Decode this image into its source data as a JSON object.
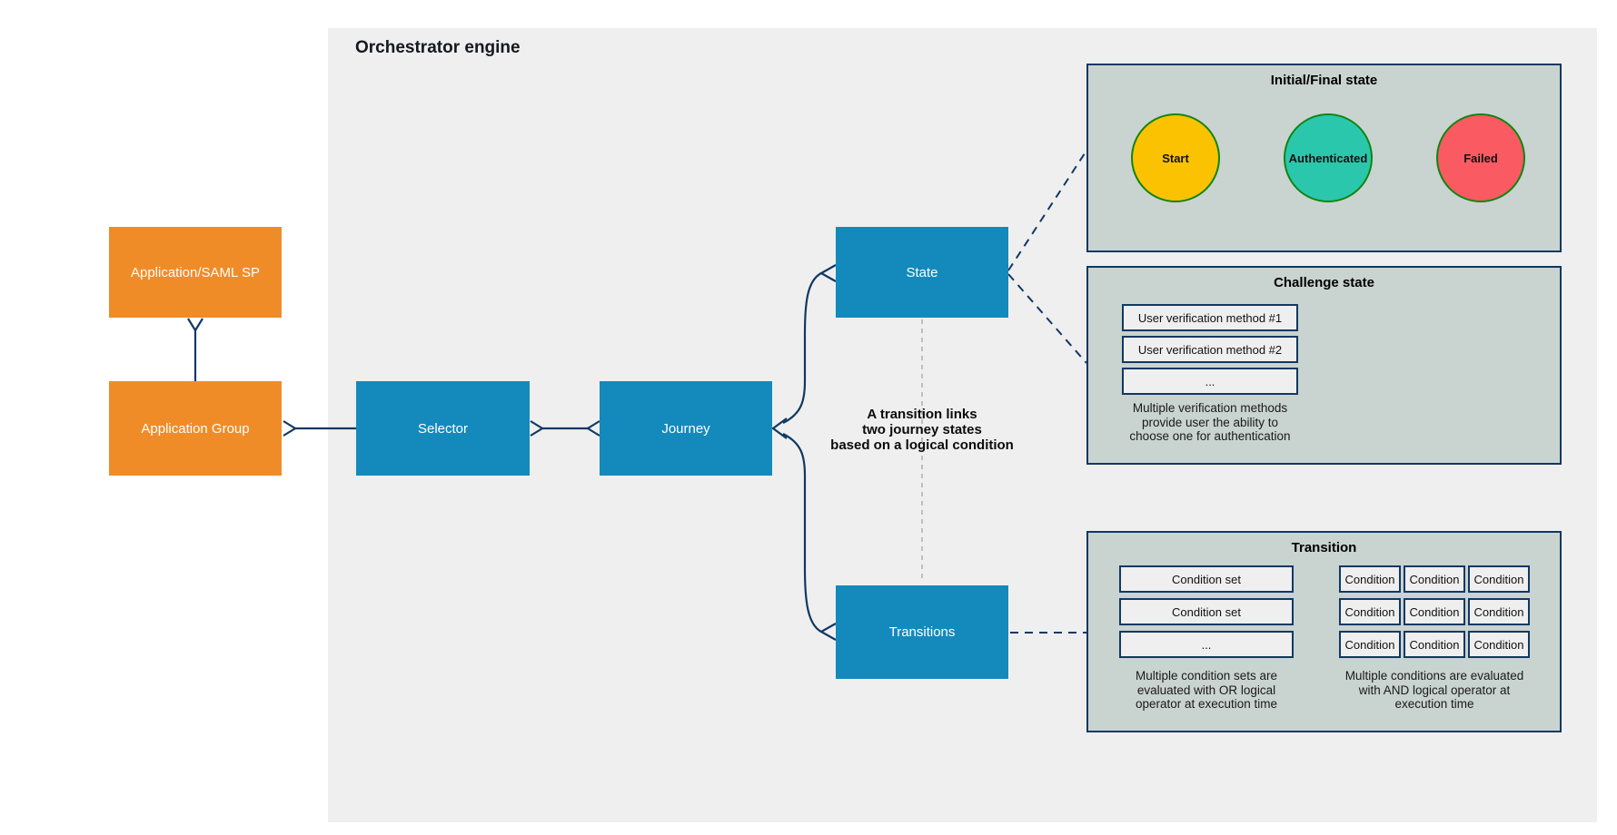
{
  "engine": {
    "title": "Orchestrator engine",
    "background": "#efefef"
  },
  "colors": {
    "navy_line": "#113864",
    "engine_bg": "#efefef",
    "panel_bg": "#C9D3D0",
    "node_blue": "#138ABB",
    "node_orange": "#F08C28",
    "circle_border_green": "#0F850F",
    "start_fill": "#FBC202",
    "authenticated_fill": "#2BC7AD",
    "failed_fill": "#FA5A62",
    "dashed_gray": "#ABABAB",
    "item_box_bg": "#efefef"
  },
  "nodes": {
    "app_saml": {
      "label": "Application/SAML SP"
    },
    "app_group": {
      "label": "Application Group"
    },
    "selector": {
      "label": "Selector"
    },
    "journey": {
      "label": "Journey"
    },
    "state": {
      "label": "State"
    },
    "transitions": {
      "label": "Transitions"
    }
  },
  "annotation": {
    "line1": "A transition links",
    "line2": "two journey states",
    "line3": "based on a logical condition"
  },
  "panels": {
    "initial_final": {
      "title": "Initial/Final state",
      "circles": [
        {
          "label": "Start",
          "fill": "#FBC202"
        },
        {
          "label": "Authenticated",
          "fill": "#2BC7AD"
        },
        {
          "label": "Failed",
          "fill": "#FA5A62"
        }
      ]
    },
    "challenge": {
      "title": "Challenge state",
      "methods": [
        "User verification method #1",
        "User verification method #2",
        "..."
      ],
      "caption": {
        "line1": "Multiple verification methods",
        "line2": "provide user the ability to",
        "line3": "choose one for authentication"
      }
    },
    "transition": {
      "title": "Transition",
      "sets": [
        "Condition set",
        "Condition set",
        "..."
      ],
      "condition_label": "Condition",
      "or_caption": {
        "line1": "Multiple condition sets are",
        "line2": "evaluated with OR logical",
        "line3": "operator at execution time"
      },
      "and_caption": {
        "line1": "Multiple conditions are evaluated",
        "line2": "with AND logical operator at",
        "line3": "execution time"
      }
    }
  }
}
